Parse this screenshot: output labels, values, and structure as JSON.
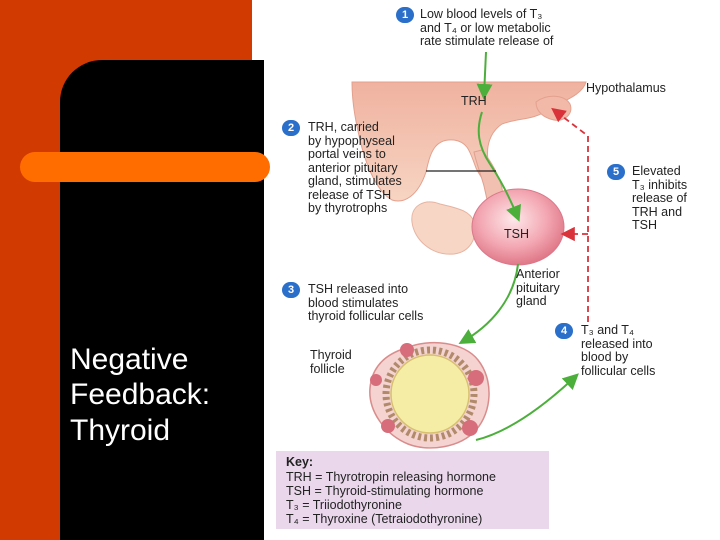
{
  "slide": {
    "title_lines": [
      "Negative",
      "Feedback:",
      "Thyroid"
    ],
    "colors": {
      "accent_dark": "#d13a00",
      "accent_bar": "#ff6d00",
      "panel": "#000000"
    }
  },
  "figure": {
    "steps": [
      {
        "number": "1",
        "lines": [
          "Low blood levels of T₃",
          "and T₄  or low  metabolic",
          "rate stimulate release of"
        ]
      },
      {
        "number": "2",
        "lines": [
          "TRH, carried",
          "by hypophyseal",
          "portal veins to",
          "anterior pituitary",
          "gland, stimulates",
          "release of TSH",
          "by thyrotrophs"
        ]
      },
      {
        "number": "3",
        "lines": [
          "TSH released into",
          "blood stimulates",
          "thyroid follicular cells"
        ]
      },
      {
        "number": "4",
        "lines": [
          "T₃ and T₄",
          "released into",
          "blood by",
          "follicular cells"
        ]
      },
      {
        "number": "5",
        "lines": [
          "Elevated",
          "T₃ inhibits",
          "release of",
          "TRH and",
          "TSH"
        ]
      }
    ],
    "labels": {
      "hypothalamus": "Hypothalamus",
      "trh": "TRH",
      "tsh": "TSH",
      "anterior_pituitary": [
        "Anterior",
        "pituitary",
        "gland"
      ],
      "thyroid_follicle": [
        "Thyroid",
        "follicle"
      ]
    },
    "key": {
      "title": "Key:",
      "entries": [
        "TRH = Thyrotropin releasing hormone",
        "TSH = Thyroid-stimulating hormone",
        "T₃ = Triiodothyronine",
        "T₄ = Thyroxine (Tetraiodothyronine)"
      ]
    },
    "colors": {
      "badge": "#2a6fc9",
      "stimulate_arrow": "#4caf3c",
      "inhibit_arrow": "#d9323a",
      "key_bg": "#ead7ec"
    }
  }
}
